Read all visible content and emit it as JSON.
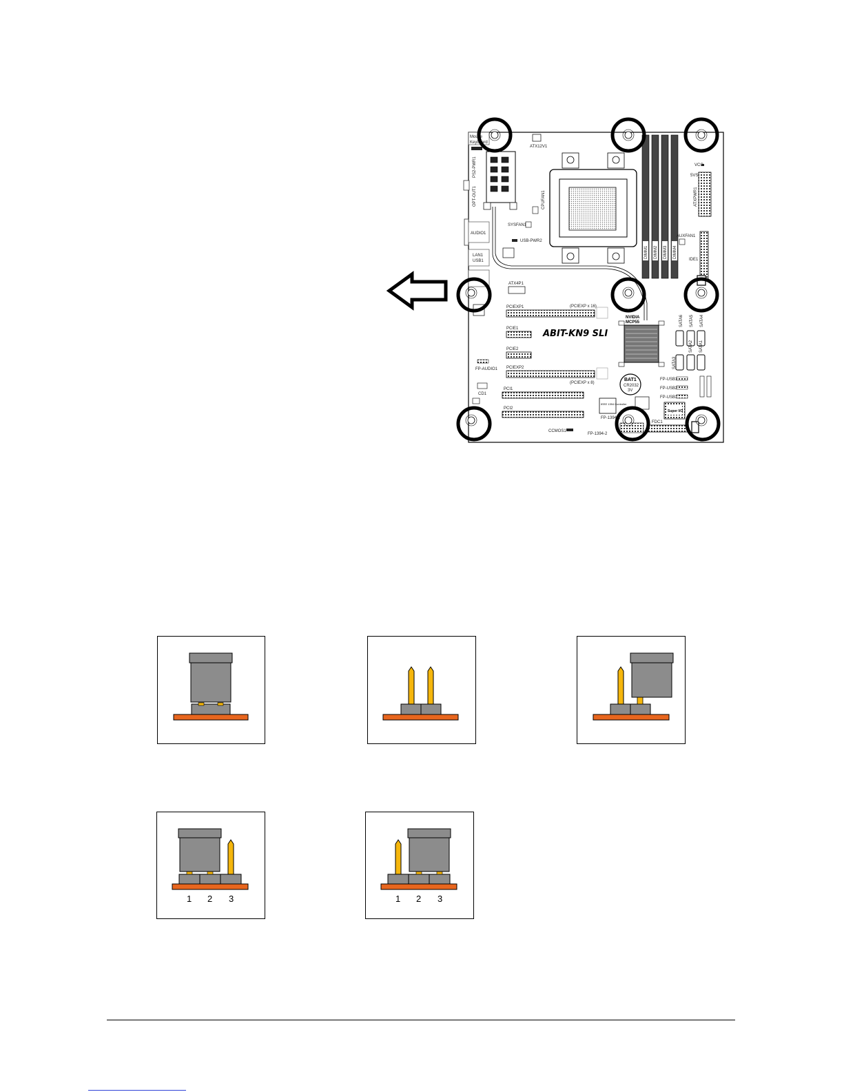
{
  "board": {
    "brand_model": "ABIT-KN9 SLI",
    "labels": {
      "atx12v": "ATX12V1",
      "mouse": "Mouse",
      "keyboard": "Keyboard",
      "ps2pwr": "PS2-PWR1",
      "optout": "OPT-OUT1",
      "audio": "AUDIO1",
      "lan_usb": "LAN1",
      "usb1": "USB1",
      "cpufan": "CPUFAN1",
      "sysfan": "SYSFAN1",
      "usbpwr2": "USB-PWR2",
      "atx4p": "ATX4P1",
      "pciexp1": "PCIEXP1",
      "pciexp1_note": "(PCIEXP x 16)",
      "pcie1": "PCIE1",
      "pcie2": "PCIE2",
      "pciexp2": "PCIEXP2",
      "pciexp2_note": "(PCIEXP x 8)",
      "pci1": "PCI1",
      "pci2": "PCI2",
      "nvidia": "NVIDIA",
      "mcp": "MCP55",
      "bat": "BAT1",
      "bat_sub": "CR2032",
      "bat_v": "3V",
      "fpusb1": "FP-USB1",
      "fpusb2": "FP-USB2",
      "fpusb3": "FP-USB3",
      "superio": "Super I/O",
      "fdc": "FDC1",
      "ide": "IDE1",
      "atxpwr": "ATXPWR1",
      "auxfan": "AUXFAN1",
      "vcc": "VCC",
      "vsb": "5VSB",
      "dimm1": "DIMM1",
      "dimm2": "DIMM2",
      "dimm3": "DIMM3",
      "dimm4": "DIMM4",
      "sata1": "SATA1",
      "sata2": "SATA2",
      "sata3": "SATA3",
      "sata4": "SATA4",
      "sata5": "SATA5",
      "sata6": "SATA6",
      "cd1": "CD1",
      "fpaudio": "FP-AUDIO1",
      "ccmos": "CCMOS1",
      "fp1394": "FP-1394-1",
      "fp1394b": "FP-1394-2",
      "chip1394": "IEEE 1394 Controller"
    }
  },
  "jumpers": [
    {
      "id": "closed"
    },
    {
      "id": "open"
    },
    {
      "id": "one-pin"
    },
    {
      "id": "short-1-2",
      "pin_labels": [
        "1",
        "2",
        "3"
      ]
    },
    {
      "id": "short-2-3",
      "pin_labels": [
        "1",
        "2",
        "3"
      ]
    }
  ],
  "colors": {
    "pcb_orange": "#e8661e",
    "pin_gold": "#f5b60c",
    "jumper_gray": "#8c8c8c",
    "outline": "#000000"
  }
}
